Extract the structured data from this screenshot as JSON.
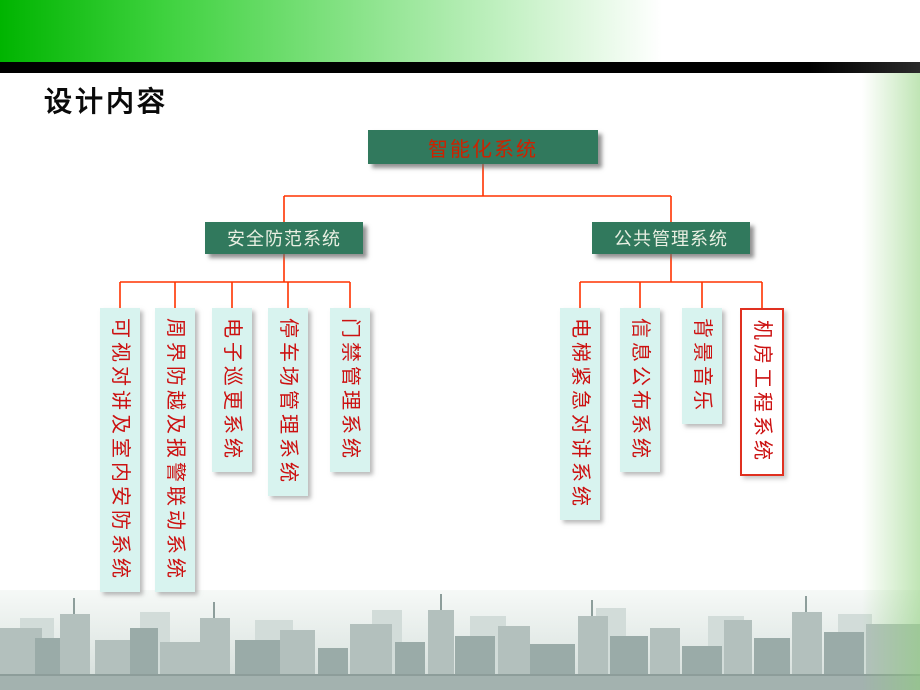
{
  "slide_title": "设计内容",
  "diagram": {
    "root": "智能化系统",
    "branches": [
      {
        "label": "安全防范系统",
        "children": [
          "可视对讲及室内安防系统",
          "周界防越及报警联动系统",
          "电子巡更系统",
          "停车场管理系统",
          "门禁管理系统"
        ]
      },
      {
        "label": "公共管理系统",
        "children": [
          "电梯紧急对讲系统",
          "信息公布系统",
          "背景音乐",
          "机房工程系统"
        ]
      }
    ]
  },
  "colors": {
    "banner_green": "#00b400",
    "node_fill": "#31795d",
    "root_text": "#cc2200",
    "branch_text": "#e9efe2",
    "leaf_fill": "#d8f3ef",
    "leaf_text": "#cc1111",
    "connector_line": "#ff3300",
    "highlighted_leaf_border": "#e03020"
  }
}
